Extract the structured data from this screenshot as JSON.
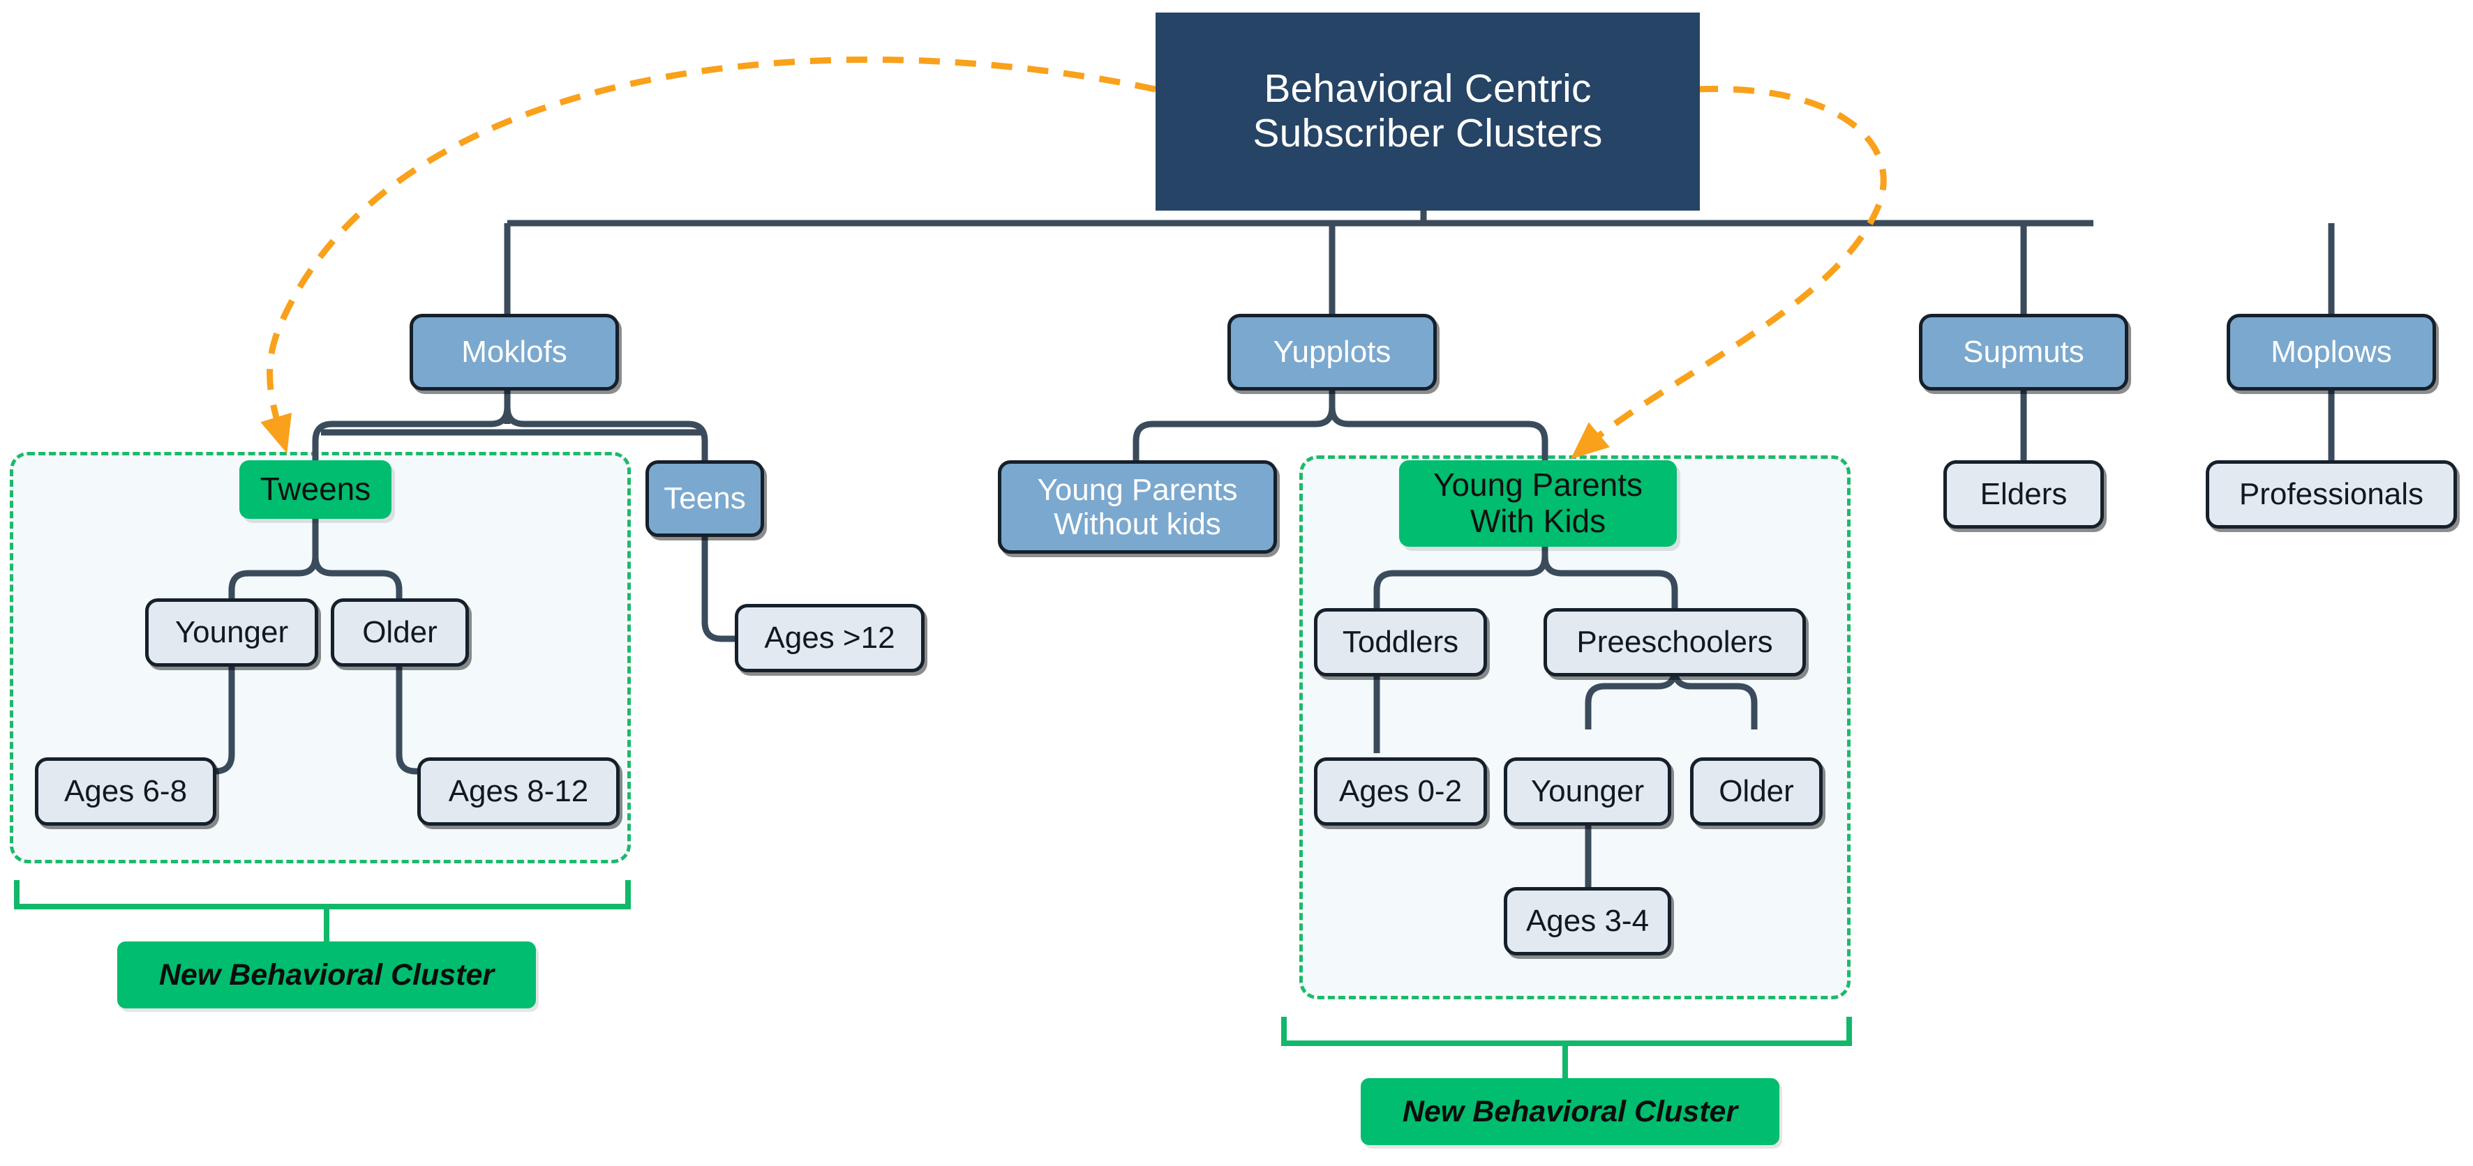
{
  "diagram": {
    "title": "Behavioral Centric Subscriber Clusters",
    "root": {
      "label": "Behavioral Centric\nSubscriber Clusters"
    },
    "level1": [
      {
        "id": "moklofs",
        "label": "Moklofs"
      },
      {
        "id": "yupplots",
        "label": "Yupplots"
      },
      {
        "id": "supmuts",
        "label": "Supmuts"
      },
      {
        "id": "moplows",
        "label": "Moplows"
      }
    ],
    "moklofs_children": [
      {
        "id": "tweens",
        "label": "Tweens",
        "style": "green"
      },
      {
        "id": "teens",
        "label": "Teens",
        "style": "blue"
      }
    ],
    "tweens_children": [
      {
        "id": "tweens-younger",
        "label": "Younger"
      },
      {
        "id": "tweens-older",
        "label": "Older"
      }
    ],
    "tweens_leaves": [
      {
        "id": "ages-6-8",
        "label": "Ages 6-8"
      },
      {
        "id": "ages-8-12",
        "label": "Ages 8-12"
      }
    ],
    "teens_leaf": {
      "id": "ages-gt-12",
      "label": "Ages >12"
    },
    "yupplots_children": [
      {
        "id": "yp-without-kids",
        "label": "Young Parents\nWithout kids",
        "style": "blue"
      },
      {
        "id": "yp-with-kids",
        "label": "Young Parents\nWith Kids",
        "style": "green"
      }
    ],
    "ypwk_children": [
      {
        "id": "toddlers",
        "label": "Toddlers"
      },
      {
        "id": "preeschoolers",
        "label": "Preeschoolers"
      }
    ],
    "toddlers_leaf": {
      "id": "ages-0-2",
      "label": "Ages 0-2"
    },
    "preeschoolers_children": [
      {
        "id": "pre-younger",
        "label": "Younger"
      },
      {
        "id": "pre-older",
        "label": "Older"
      }
    ],
    "pre_leaf": {
      "id": "ages-3-4",
      "label": "Ages 3-4"
    },
    "supmuts_leaf": {
      "id": "elders",
      "label": "Elders"
    },
    "moplows_leaf": {
      "id": "professionals",
      "label": "Professionals"
    },
    "cluster_tags": [
      {
        "id": "cluster-tag-left",
        "label": "New Behavioral Cluster"
      },
      {
        "id": "cluster-tag-right",
        "label": "New Behavioral Cluster"
      }
    ],
    "colors": {
      "root_navy": "#264465",
      "node_blue": "#7BA8CE",
      "accent_green": "#00BD6F",
      "cluster_border": "#1DB96B",
      "cluster_fill": "#F4F9FB",
      "leaf_fill": "#E2E9F0",
      "connector": "#3A4B5C",
      "arrow_orange": "#F9A11B",
      "text_light": "#FFFFFF",
      "text_dark": "#11181F"
    }
  }
}
